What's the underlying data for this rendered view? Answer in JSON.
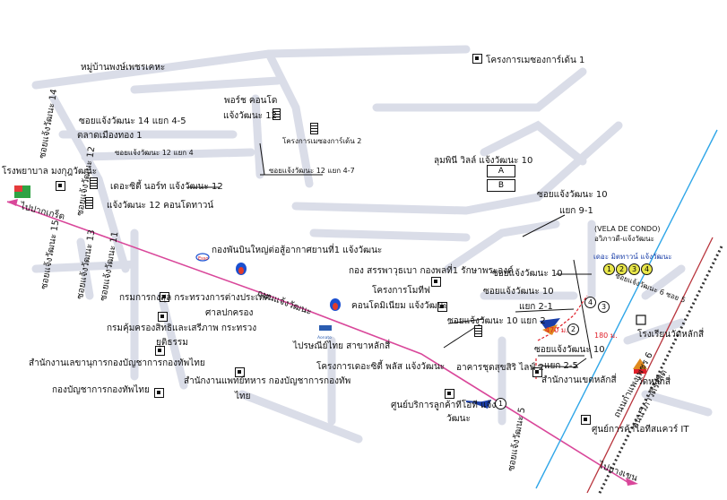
{
  "labels": {
    "moo_ban": "หมู่บ้านพงษ์เพชรเคหะ",
    "project_1_top": "โครงการเมซองการ์เด้น 1",
    "porch": "พอร์ช คอนโด",
    "soi12": "แจ้งวัฒนะ 12",
    "soi14_45": "ซอยแจ้งวัฒนะ 14 แยก 4-5",
    "talad": "ตลาดเมืองทอง 1",
    "project_2": "โครงการเมซองการ์เด้น 2",
    "soi12_4": "ซอยแจ้งวัฒนะ 12 แยก 4",
    "soi12_47": "ซอยแจ้งวัฒนะ 12 แยก 4-7",
    "lumpini": "ลุมพินี วิลล์ แจ้งวัฒนะ 10",
    "box_a": "A",
    "box_b": "B",
    "hospital": "โรงพยาบาล มงกุฎวัฒนะ",
    "the_city": "เดอะซิตี้ นอร์ท แจ้งวัฒนะ 12",
    "condo12": "แจ้งวัฒนะ 12 คอนโดทาวน์",
    "to_pakkret": "ไปปากเกร็ด",
    "soi10_top": "ซอยแจ้งวัฒนะ 10",
    "yaek91": "แยก 9-1",
    "vela": "(VELA DE CONDO)",
    "vela_th": "อวิภาวดี-แจ้งวัฒนะ",
    "the_manit": "เดอะ มิตทาวน์ แจ้งวัฒนะ",
    "soi14_vert": "ซอยแจ้งวัฒนะ 14",
    "soi12_vert": "ซอยแจ้งวัฒนะ 12",
    "soi15": "ซอยแจ้งวัฒนะ 15",
    "soi13": "ซอยแจ้งวัฒนะ 13",
    "soi11": "ซอยแจ้งวัฒนะ 11",
    "gov_pension": "กองพันบินใหญ่ต่อสู้อากาศยานที่1 แจ้งวัฒนะ",
    "kong_sanphawut": "กอง สรรพาวุธเบา กองพลที่1 รักษาพระองค์",
    "soi10_mid": "ซอยแจ้งวัฒนะ 10",
    "soi10_mid2": "ซอยแจ้งวัฒนะ 10",
    "yaek21": "แยก 2-1",
    "consular": "กรมการกงสุล กระทรวงการต่างประเทศ",
    "chaeng_road": "ถนนแจ้งวัฒนะ",
    "criminal_court": "ศาลปกครอง",
    "rights_dept": "กรมคุ้มครองสิทธิและเสรีภาพ กระทรวง",
    "justice": "ยุติธรรม",
    "mayfair": "โครงการโมทีฟ",
    "condo_lumpini": "คอนโดมิเนียม แจ้งวัฒนะ",
    "soi10_yaek2": "ซอยแจ้งวัฒนะ 10 แยก 2",
    "post": "ไปรษณีย์ไทย สาขาหลักสี่",
    "the_city_plus": "โครงการเดอะซิตี้ พลัส แจ้งวัฒนะ",
    "army_office": "สำนักงานเลขานุการกองบัญชาการกองทัพไทย",
    "army_medical": "สำนักงานแพทย์ทหาร กองบัญชาการกองทัพ",
    "thai": "ไทย",
    "army_hq": "กองบัญชาการกองทัพไทย",
    "tot_building": "อาคารชุดสุขสิริ ไลฟ์ 2",
    "soi10_lower": "ซอยแจ้งวัฒนะ 10",
    "yaek25": "แยก 2-5",
    "lak_si_district": "สำนักงานเขตหลักสี่",
    "dist_470": "470 ม.",
    "dist_180": "180 ม.",
    "tot_center": "ศูนย์บริการลูกค้าทีโอที แจ้ง",
    "wattana": "วัฒนะ",
    "soi5": "ซอยแจ้งวัฒนะ 5",
    "school": "โรงเรียนวัดหลักสี่",
    "wat": "วัดหลักสี่",
    "it_center": "ศูนย์การค้าไอทีสแควร์ IT",
    "to_bangkhen": "ไปบางเขน",
    "vibhavadi": "ถนนวิภาวดีรังสิต",
    "kamphaeng": "ถนนกำแพงเพชร 6",
    "soi10_rail": "ซอยแจ้งวัฒนะ 6 ซอย 5",
    "point_1": "1",
    "point_2": "2",
    "point_3": "3",
    "point_4": "4",
    "legend_1": "1",
    "legend_2": "2",
    "legend_3": "3",
    "legend_4": "4"
  },
  "colors": {
    "main_road": "#d9479a",
    "road_grey": "#dadde8",
    "rail_blue": "#2fa6e8",
    "rail_red": "#b8343c",
    "arrow_blue": "#1a3ea8",
    "arrow_orange": "#e08a1e",
    "dash_red": "#e0202a"
  }
}
